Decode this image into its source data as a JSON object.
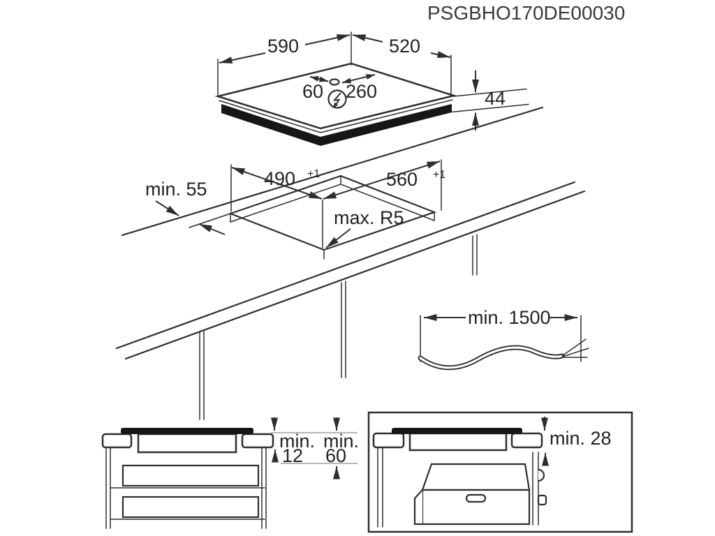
{
  "title": "PSGBHO170DE00030",
  "colors": {
    "line": "#2e2e2e",
    "text": "#222222",
    "hob_body_fill": "#161616",
    "background": "#ffffff"
  },
  "hob_view": {
    "width": "590",
    "depth": "520",
    "height": "44",
    "hole_to_left_edge": "60",
    "hole_to_right_edge": "260",
    "power_icon": "lightning-bolt-in-circle"
  },
  "cutout_view": {
    "depth": "490",
    "depth_tol": "+1",
    "width": "560",
    "width_tol": "+1",
    "edge_clearance": "min. 55",
    "corner_radius": "max. R5"
  },
  "cable_view": {
    "length": "min. 1500"
  },
  "section_drawer_view": {
    "col1": {
      "prefix": "min.",
      "value": "12"
    },
    "col2": {
      "prefix": "min.",
      "value": "60"
    }
  },
  "section_oven_view": {
    "gap_above_oven": "min. 28"
  }
}
